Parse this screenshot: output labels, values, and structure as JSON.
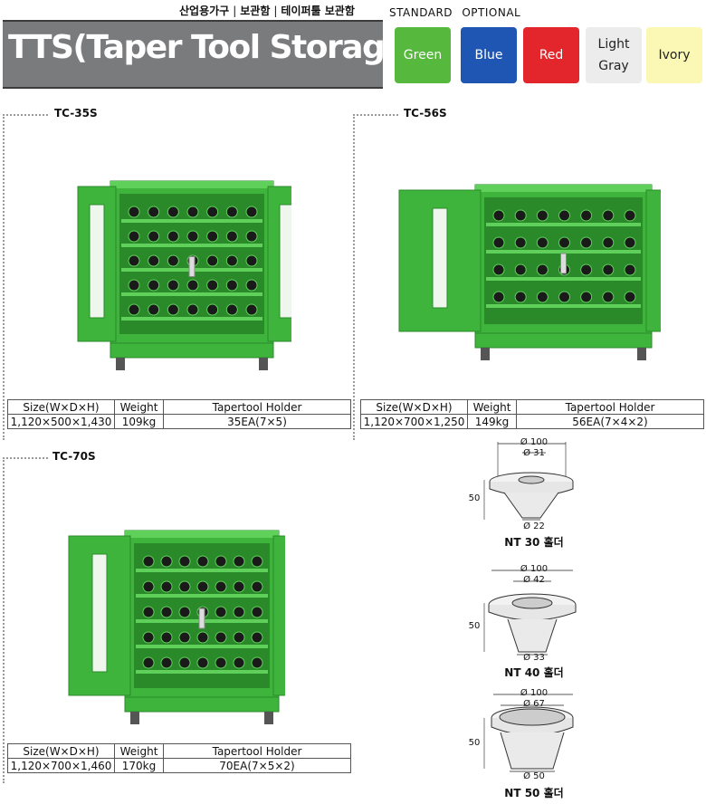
{
  "category": [
    "산업용가구",
    "보관함",
    "테이퍼툴 보관함"
  ],
  "separator": "|",
  "title": "TTS(Taper Tool Storage)",
  "colors": {
    "standard_label": "STANDARD",
    "optional_label": "OPTIONAL",
    "swatches": [
      {
        "name": "Green",
        "color": "#56b83c",
        "text_color": "#ffffff"
      },
      {
        "name": "Blue",
        "color": "#1f55b3",
        "text_color": "#ffffff"
      },
      {
        "name": "Red",
        "color": "#e3262b",
        "text_color": "#ffffff"
      },
      {
        "name": "Light\nGray",
        "color": "#ececec",
        "text_color": "#222222"
      },
      {
        "name": "Ivory",
        "color": "#fbf7b4",
        "text_color": "#222222"
      }
    ]
  },
  "headers": {
    "size": "Size(W×D×H)",
    "weight": "Weight",
    "holder": "Tapertool Holder"
  },
  "products": [
    {
      "model": "TC-35S",
      "size": "1,120×500×1,430",
      "weight": "109kg",
      "holder": "35EA(7×5)"
    },
    {
      "model": "TC-56S",
      "size": "1,120×700×1,250",
      "weight": "149kg",
      "holder": "56EA(7×4×2)"
    },
    {
      "model": "TC-70S",
      "size": "1,120×700×1,460",
      "weight": "170kg",
      "holder": "70EA(7×5×2)"
    }
  ],
  "holders": [
    {
      "top_outer": "Ø 100",
      "top_inner": "Ø 31",
      "bottom": "Ø 22",
      "height": "50",
      "label": "NT 30",
      "suffix": "홀더"
    },
    {
      "top_outer": "Ø 100",
      "top_inner": "Ø 42",
      "bottom": "Ø 33",
      "height": "50",
      "label": "NT 40",
      "suffix": "홀더"
    },
    {
      "top_outer": "Ø 100",
      "top_inner": "Ø 67",
      "bottom": "Ø 50",
      "height": "50",
      "label": "NT 50",
      "suffix": "홀더"
    }
  ],
  "ui": {
    "cabinet_color": "#3fb43c",
    "cabinet_dark": "#2a8a29",
    "cabinet_light": "#5fd05a"
  }
}
